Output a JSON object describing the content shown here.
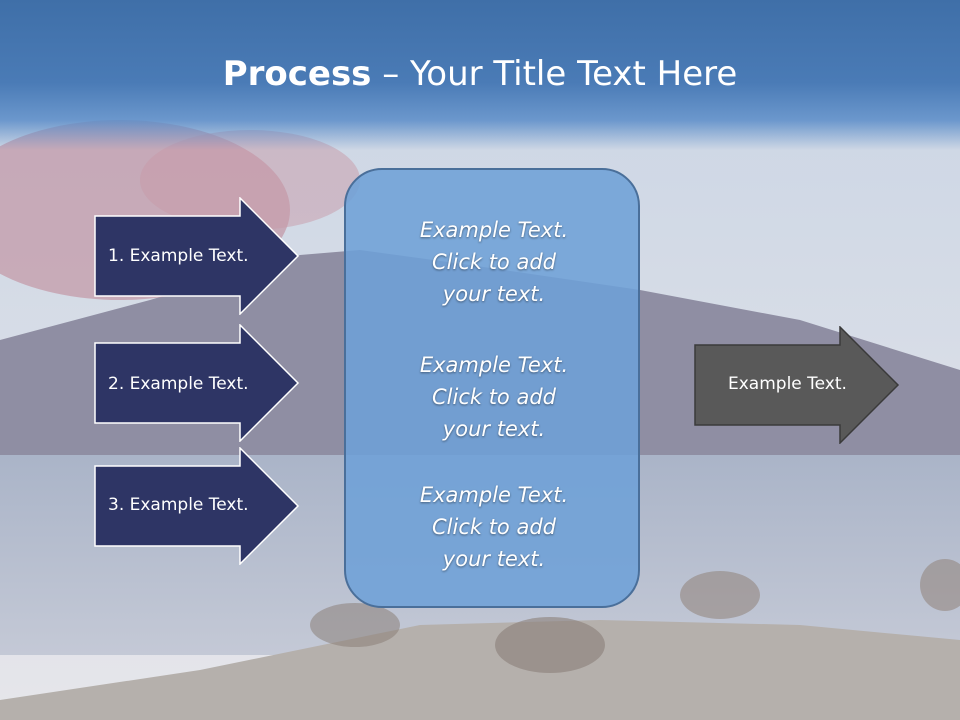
{
  "title": {
    "bold": "Process",
    "rest": " – Your Title Text Here"
  },
  "left_arrows": [
    {
      "label": "1. Example Text."
    },
    {
      "label": "2. Example Text."
    },
    {
      "label": "3. Example Text."
    }
  ],
  "center_box": {
    "paragraphs": [
      {
        "lines": [
          "Example Text.",
          "Click  to add",
          "your text."
        ]
      },
      {
        "lines": [
          "Example Text.",
          "Click  to add",
          "your text."
        ]
      },
      {
        "lines": [
          "Example Text.",
          "Click  to add",
          "your text."
        ]
      }
    ]
  },
  "right_arrow": {
    "label": "Example Text."
  },
  "colors": {
    "left_arrow_fill": "#2e3565",
    "right_arrow_fill": "#595959",
    "center_box_fill": "#6ea0d7",
    "title_band": "#4a7bb6"
  }
}
